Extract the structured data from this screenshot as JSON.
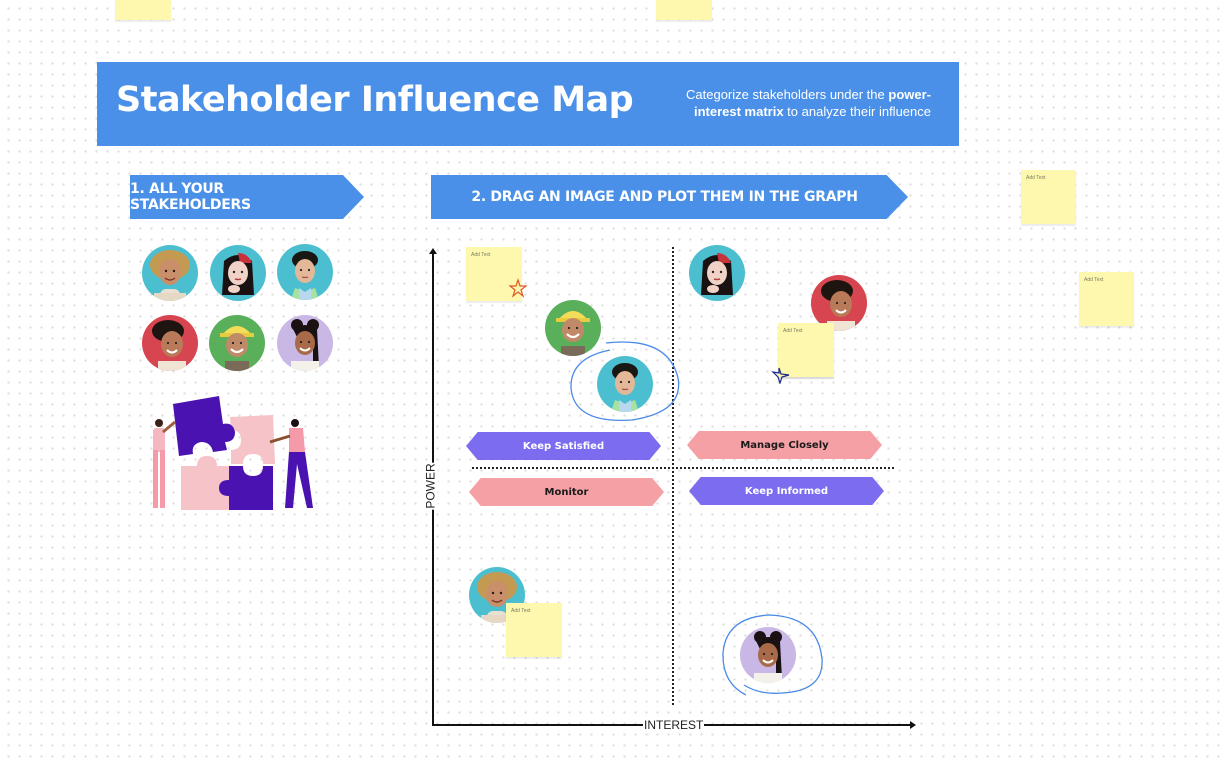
{
  "header": {
    "title": "Stakeholder Influence Map",
    "subtitle_pre": "Categorize stakeholders under the ",
    "subtitle_bold": "power-interest matrix",
    "subtitle_post": " to analyze their influence",
    "color": "#4a90e8"
  },
  "steps": {
    "step1": "1. ALL YOUR STAKEHOLDERS",
    "step2": "2. DRAG AN IMAGE AND PLOT THEM IN THE GRAPH"
  },
  "stakeholders": [
    {
      "id": "curly-hair-person",
      "bg": "#4bbfd0"
    },
    {
      "id": "red-streak-hair-person",
      "bg": "#4bbfd0"
    },
    {
      "id": "short-dark-hair-person",
      "bg": "#4bbfd0"
    },
    {
      "id": "curly-dark-hair-person",
      "bg": "#d64550"
    },
    {
      "id": "yellow-cap-person",
      "bg": "#5aaf5a"
    },
    {
      "id": "lavender-bg-person",
      "bg": "#c9b7e6"
    }
  ],
  "matrix": {
    "x_axis_label": "INTEREST",
    "y_axis_label": "POWER",
    "quadrants": {
      "top_left": "Keep Satisfied",
      "top_right": "Manage Closely",
      "bottom_left": "Monitor",
      "bottom_right": "Keep Informed"
    },
    "colors": {
      "purple": "#7b6cf0",
      "pink": "#f4a0a5"
    }
  },
  "sticky_notes": {
    "placeholder": "Add Text",
    "color": "#fdf8ae"
  }
}
